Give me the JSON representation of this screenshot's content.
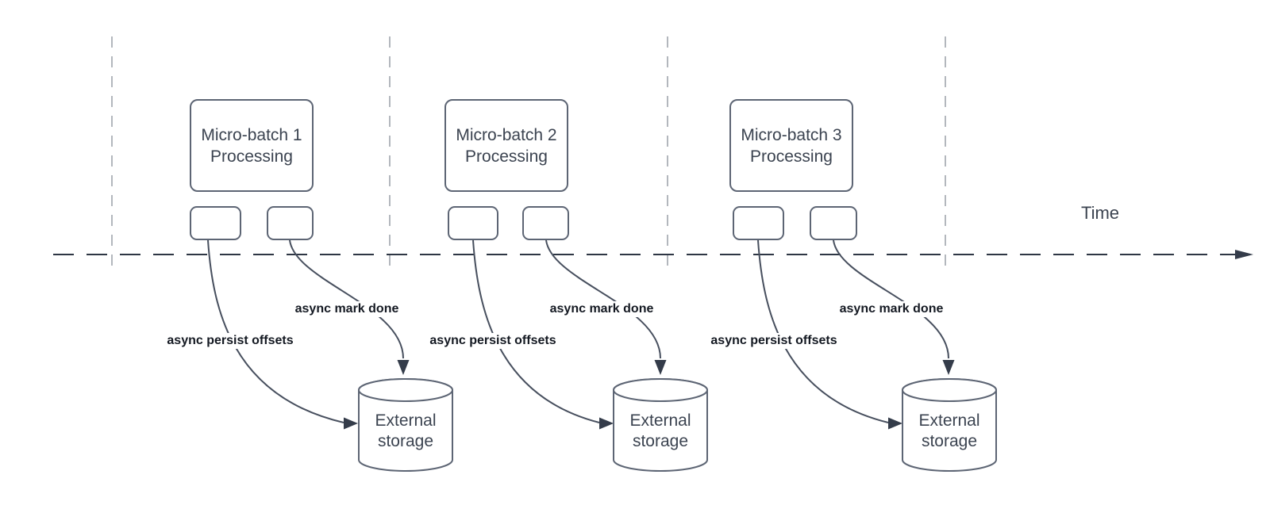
{
  "diagram": {
    "time_label": "Time",
    "groups": [
      {
        "title": "Micro-batch 1\nProcessing",
        "persist_label": "async persist offsets",
        "done_label": "async mark done",
        "storage_label": "External\nstorage"
      },
      {
        "title": "Micro-batch 2\nProcessing",
        "persist_label": "async persist offsets",
        "done_label": "async mark done",
        "storage_label": "External\nstorage"
      },
      {
        "title": "Micro-batch 3\nProcessing",
        "persist_label": "async persist offsets",
        "done_label": "async mark done",
        "storage_label": "External\nstorage"
      }
    ],
    "colors": {
      "shape_stroke": "#5d6574",
      "connector": "#474f5e",
      "arrow_fill": "#343c4a",
      "box_text": "#3b4350",
      "label_text": "#141922",
      "timeline": "#2e3644",
      "guide": "#b3b7bd",
      "background": "#ffffff"
    }
  }
}
